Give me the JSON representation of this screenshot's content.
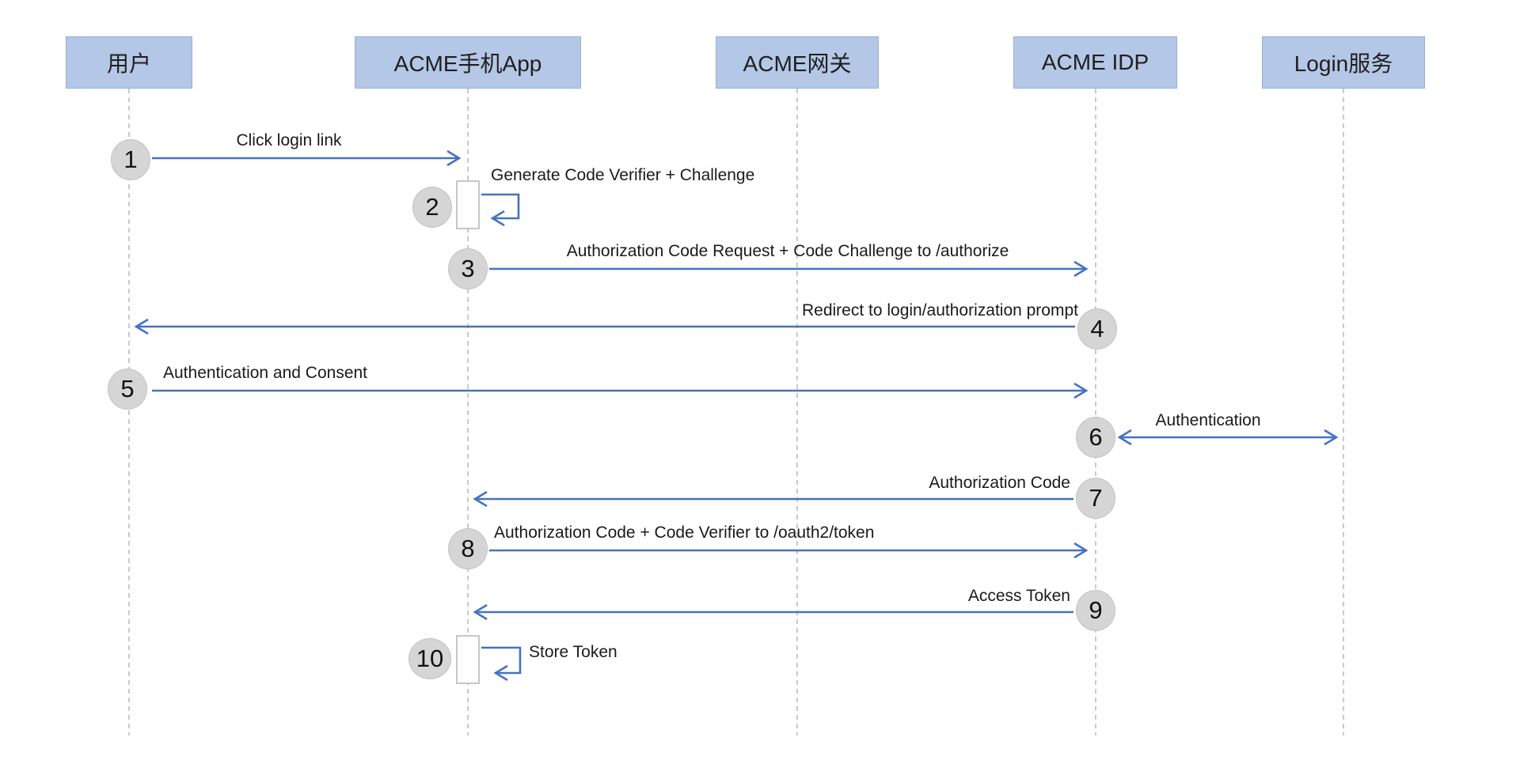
{
  "diagram": {
    "type": "sequence-diagram",
    "colors": {
      "actor_fill": "#b4c7e7",
      "actor_border": "#99aed6",
      "arrow": "#4472c4",
      "step_circle_fill": "#d5d5d5",
      "step_circle_border": "#c2c2c2",
      "activation_border": "#c6c6c6",
      "lifeline": "#c9c9c9",
      "text": "#1a1a1a"
    },
    "actors": [
      {
        "label": "用户"
      },
      {
        "label": "ACME手机App"
      },
      {
        "label": "ACME网关"
      },
      {
        "label": "ACME IDP"
      },
      {
        "label": "Login服务"
      }
    ],
    "steps": [
      {
        "num": "1",
        "label": "Click login link",
        "from": "用户",
        "to": "ACME手机App",
        "direction": "right"
      },
      {
        "num": "2",
        "label": "Generate Code Verifier + Challenge",
        "from": "ACME手机App",
        "to": "ACME手机App",
        "direction": "self"
      },
      {
        "num": "3",
        "label": "Authorization Code Request + Code Challenge to /authorize",
        "from": "ACME手机App",
        "to": "ACME IDP",
        "direction": "right"
      },
      {
        "num": "4",
        "label": "Redirect to login/authorization prompt",
        "from": "ACME IDP",
        "to": "用户",
        "direction": "left"
      },
      {
        "num": "5",
        "label": "Authentication and Consent",
        "from": "用户",
        "to": "ACME IDP",
        "direction": "right"
      },
      {
        "num": "6",
        "label": "Authentication",
        "from": "ACME IDP",
        "to": "Login服务",
        "direction": "both"
      },
      {
        "num": "7",
        "label": "Authorization Code",
        "from": "ACME IDP",
        "to": "ACME手机App",
        "direction": "left"
      },
      {
        "num": "8",
        "label": "Authorization Code + Code Verifier to /oauth2/token",
        "from": "ACME手机App",
        "to": "ACME IDP",
        "direction": "right"
      },
      {
        "num": "9",
        "label": "Access Token",
        "from": "ACME IDP",
        "to": "ACME手机App",
        "direction": "left"
      },
      {
        "num": "10",
        "label": "Store Token",
        "from": "ACME手机App",
        "to": "ACME手机App",
        "direction": "self"
      }
    ]
  }
}
